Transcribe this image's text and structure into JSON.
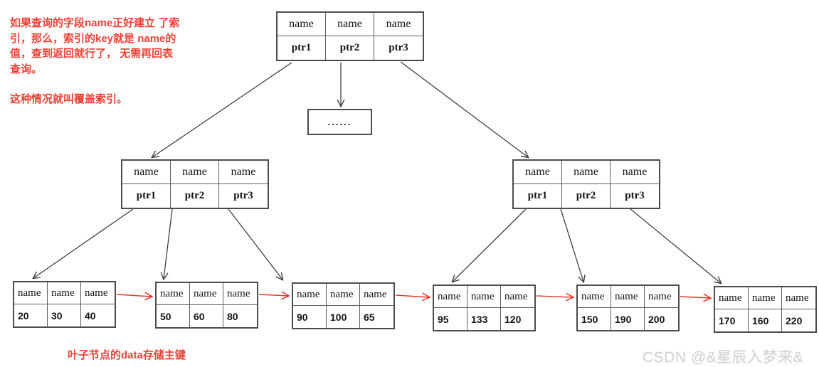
{
  "annotation": {
    "paragraph1": "如果查询的字段name正好建立 了索引，那么，索引的key就是 name的值，查到返回就行了， 无需再回表查询。",
    "paragraph2": "这种情况就叫覆盖索引。"
  },
  "caption": "叶子节点的data存储主键",
  "watermark": "CSDN @&星辰入梦来&",
  "colors": {
    "annotation_red": "#ee4136",
    "leaf_link_red": "#e8352b",
    "edge_black": "#3f3f3f",
    "node_border": "#4c4c4c",
    "watermark_gray": "#d2d2d2"
  },
  "tree": {
    "root": {
      "keys": [
        "name",
        "name",
        "name"
      ],
      "pointers": [
        "ptr1",
        "ptr2",
        "ptr3"
      ]
    },
    "ellipsis": "......",
    "internal_left": {
      "keys": [
        "name",
        "name",
        "name"
      ],
      "pointers": [
        "ptr1",
        "ptr2",
        "ptr3"
      ]
    },
    "internal_right": {
      "keys": [
        "name",
        "name",
        "name"
      ],
      "pointers": [
        "ptr1",
        "ptr2",
        "ptr3"
      ]
    },
    "leaves": [
      {
        "keys": [
          "name",
          "name",
          "name"
        ],
        "values": [
          "20",
          "30",
          "40"
        ]
      },
      {
        "keys": [
          "name",
          "name",
          "name"
        ],
        "values": [
          "50",
          "60",
          "80"
        ]
      },
      {
        "keys": [
          "name",
          "name",
          "name"
        ],
        "values": [
          "90",
          "100",
          "65"
        ]
      },
      {
        "keys": [
          "name",
          "name",
          "name"
        ],
        "values": [
          "95",
          "133",
          "120"
        ]
      },
      {
        "keys": [
          "name",
          "name",
          "name"
        ],
        "values": [
          "150",
          "190",
          "200"
        ]
      },
      {
        "keys": [
          "name",
          "name",
          "name"
        ],
        "values": [
          "170",
          "160",
          "220"
        ]
      }
    ]
  }
}
